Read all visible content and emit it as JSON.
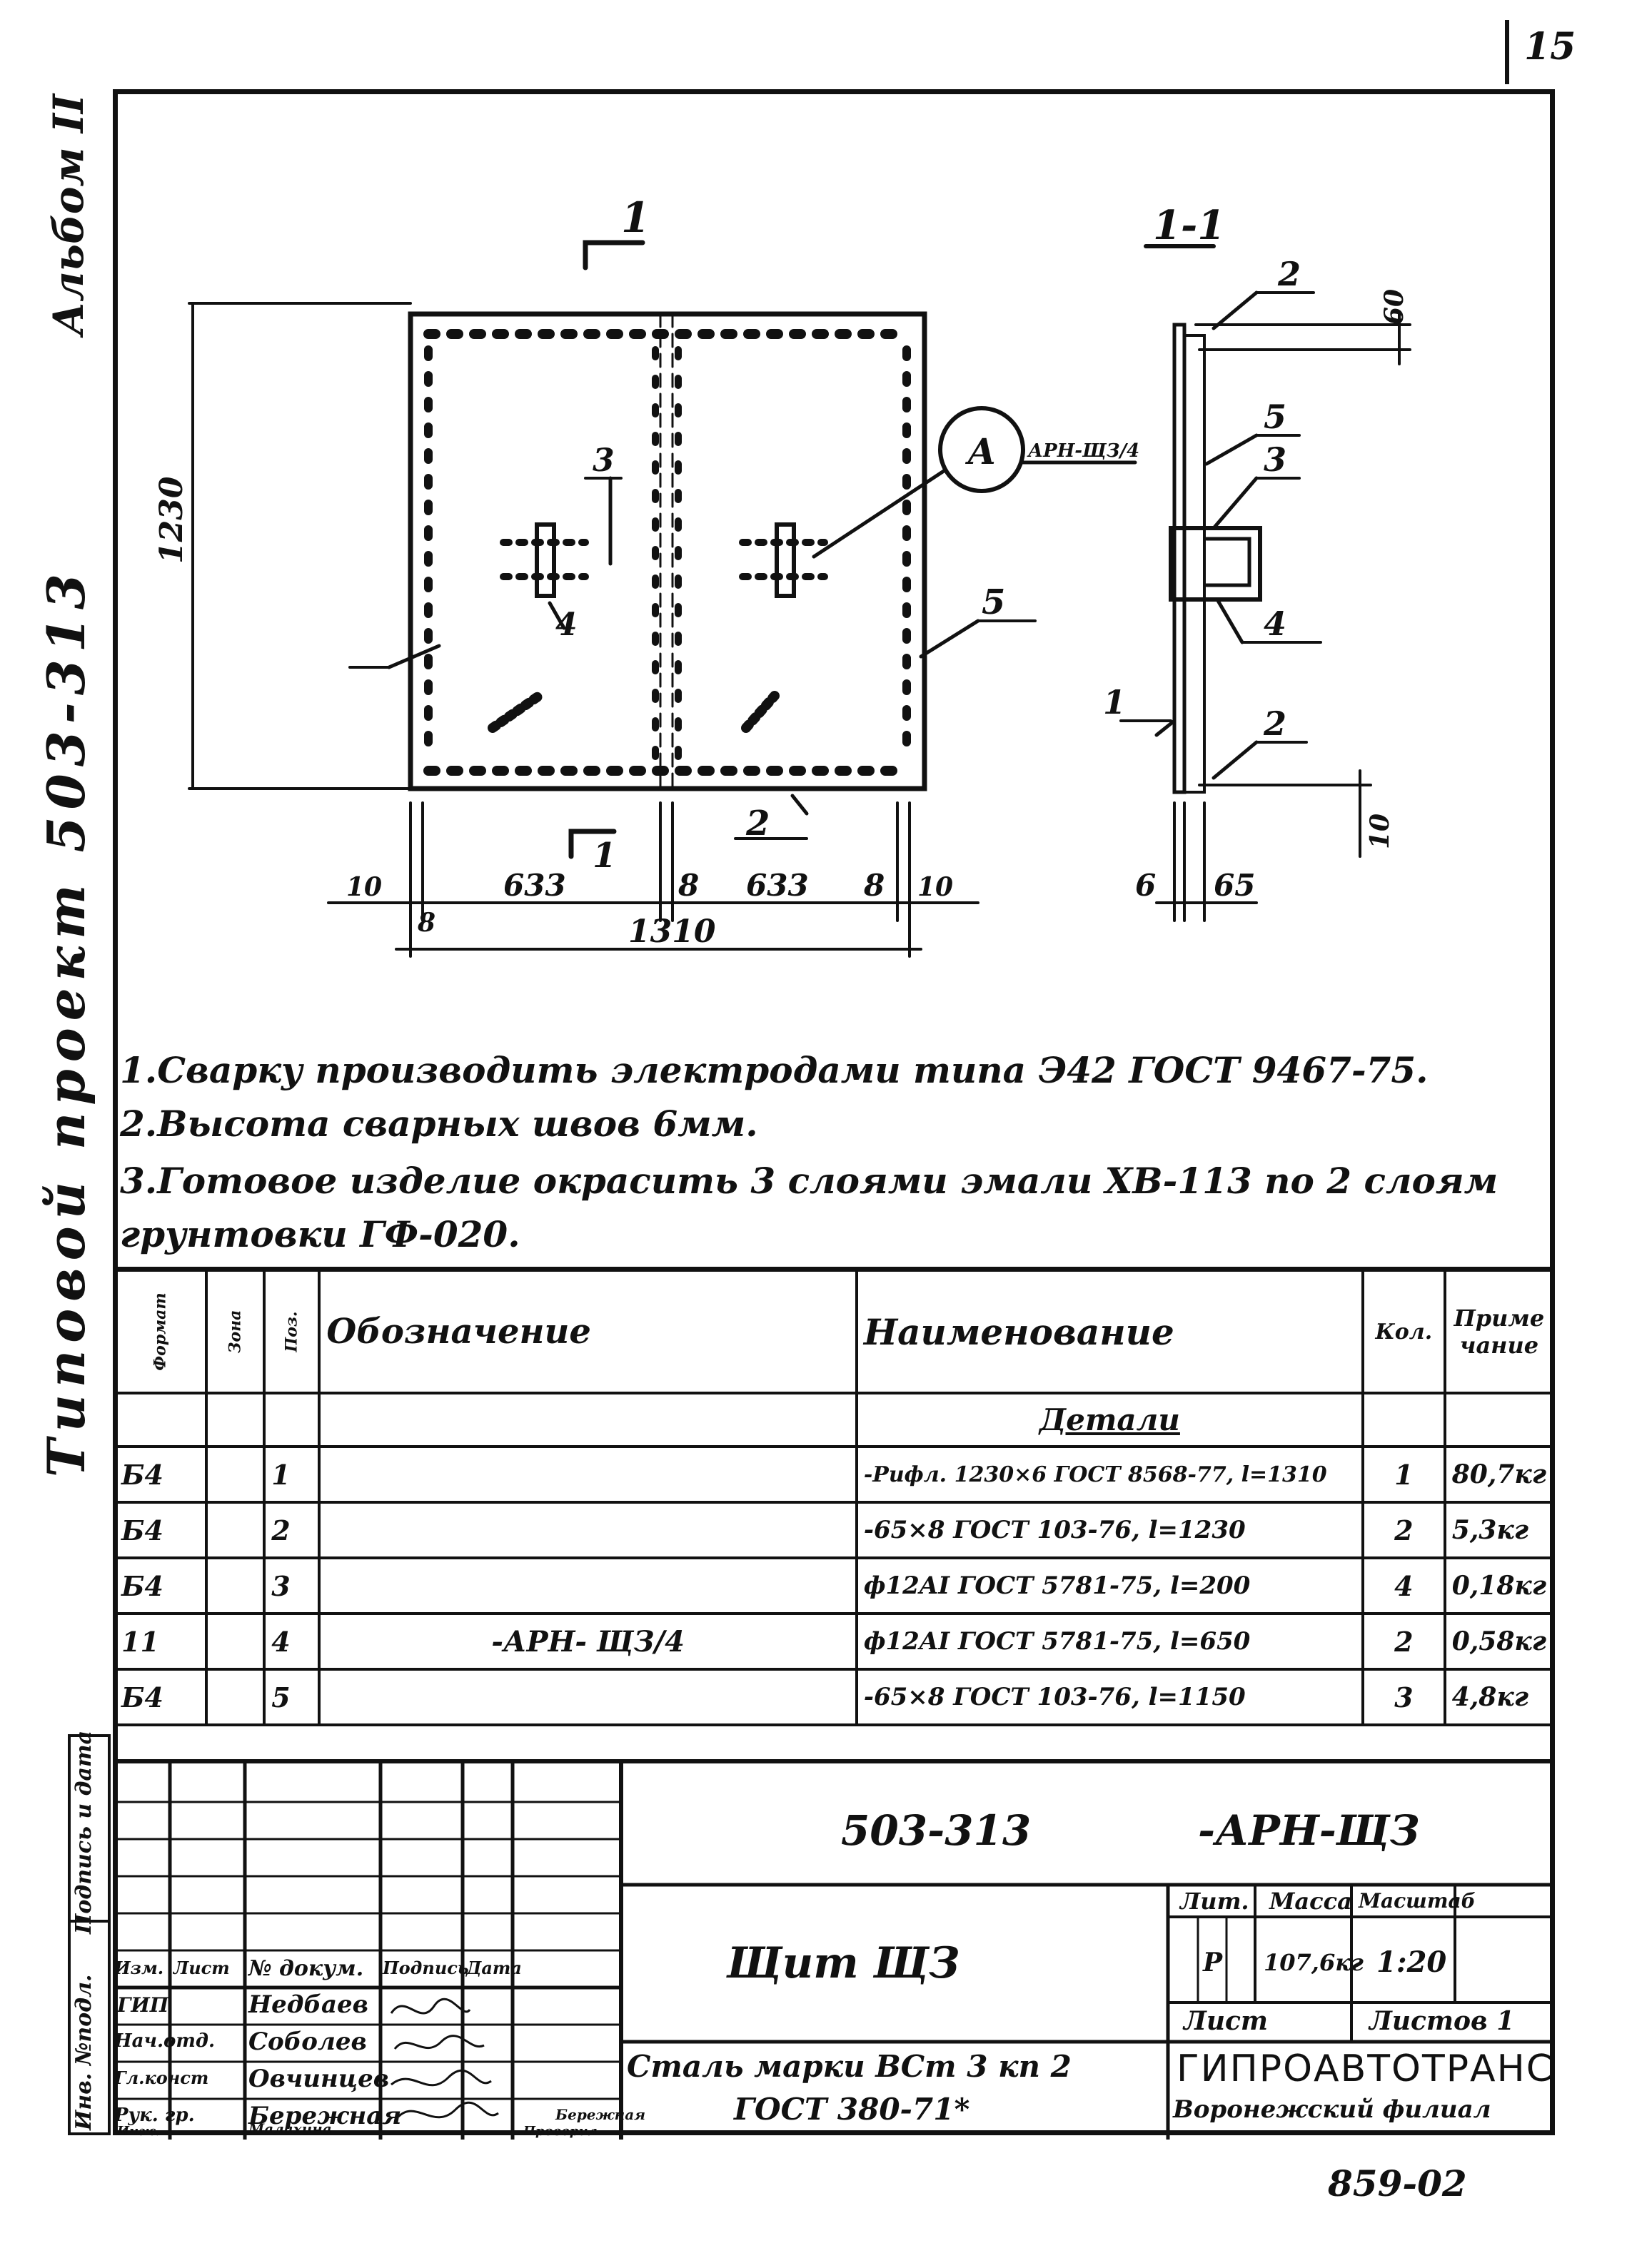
{
  "sheet": {
    "page_number": "15",
    "bottom_code": "859-02",
    "margin_album": "Альбом II",
    "margin_project": "Типовой проект 503-313",
    "margin_left_labels": [
      "Инв. №подл.",
      "Подпись и дата"
    ]
  },
  "drawing": {
    "section_mark": "1",
    "section_title": "1-1",
    "callout_letter": "А",
    "callout_ref": "АРН-ЩЗ/4",
    "positions": [
      "1",
      "2",
      "3",
      "4",
      "5"
    ],
    "dimensions": {
      "height": "1230",
      "segment_left": "10",
      "segment_a": "633",
      "segment_mid": "8",
      "segment_b": "633",
      "segment_right_gap": "8",
      "segment_right": "10",
      "segment_bottom": "8",
      "total_width": "1310",
      "section_top": "60",
      "section_bottom": "10",
      "section_thickness": "6",
      "section_width": "65"
    }
  },
  "notes": [
    "1.Сварку производить электродами типа Э42 ГОСТ 9467-75.",
    "2.Высота сварных швов 6мм.",
    "3.Готовое изделие окрасить 3 слоями эмали ХВ-113 по 2 слоям",
    "грунтовки ГФ-020."
  ],
  "spec_table": {
    "headers": {
      "format": "Формат",
      "zone": "Зона",
      "pos": "Поз.",
      "designation": "Обозначение",
      "name": "Наименование",
      "qty": "Кол.",
      "note": "Приме чание"
    },
    "section": "Детали",
    "rows": [
      {
        "format": "Б4",
        "pos": "1",
        "designation": "",
        "name": "-Рифл. 1230×6 ГОСТ 8568-77, l=1310",
        "qty": "1",
        "note": "80,7кг"
      },
      {
        "format": "Б4",
        "pos": "2",
        "designation": "",
        "name": "-65×8 ГОСТ 103-76, l=1230",
        "qty": "2",
        "note": "5,3кг"
      },
      {
        "format": "Б4",
        "pos": "3",
        "designation": "",
        "name": "ф12AI ГОСТ 5781-75, l=200",
        "qty": "4",
        "note": "0,18кг"
      },
      {
        "format": "11",
        "pos": "4",
        "designation": "-АРН- ЩЗ/4",
        "name": "ф12AI ГОСТ 5781-75, l=650",
        "qty": "2",
        "note": "0,58кг"
      },
      {
        "format": "Б4",
        "pos": "5",
        "designation": "",
        "name": "-65×8 ГОСТ 103-76, l=1150",
        "qty": "3",
        "note": "4,8кг"
      }
    ]
  },
  "title_block": {
    "doc_number": "503-313",
    "doc_suffix": "-АРН-ЩЗ",
    "item_name": "Щит ЩЗ",
    "material_line1": "Сталь марки ВСт 3 кп 2",
    "material_line2": "ГОСТ 380-71*",
    "lit_label": "Лит.",
    "mass_label": "Масса",
    "scale_label": "Масштаб",
    "lit_value": "Р",
    "mass_value": "107,6кг",
    "scale_value": "1:20",
    "sheet_label": "Лист",
    "sheets_label": "Листов 1",
    "org_name": "ГИПРОАВТОТРАНС",
    "org_branch": "Воронежский филиал",
    "col_headers": [
      "Изм.",
      "Лист",
      "№ докум.",
      "Подпись",
      "Дата"
    ],
    "staff": [
      {
        "role": "ГИП",
        "name": "Недбаев"
      },
      {
        "role": "Нач.отд.",
        "name": "Соболев"
      },
      {
        "role": "Гл.конст",
        "name": "Овчинцев"
      },
      {
        "role": "Рук. гр.",
        "name": "Бережная"
      },
      {
        "role": "Инж.",
        "name": "Малахина"
      },
      {
        "role": "Проверил",
        "name": "Бережная"
      }
    ]
  }
}
